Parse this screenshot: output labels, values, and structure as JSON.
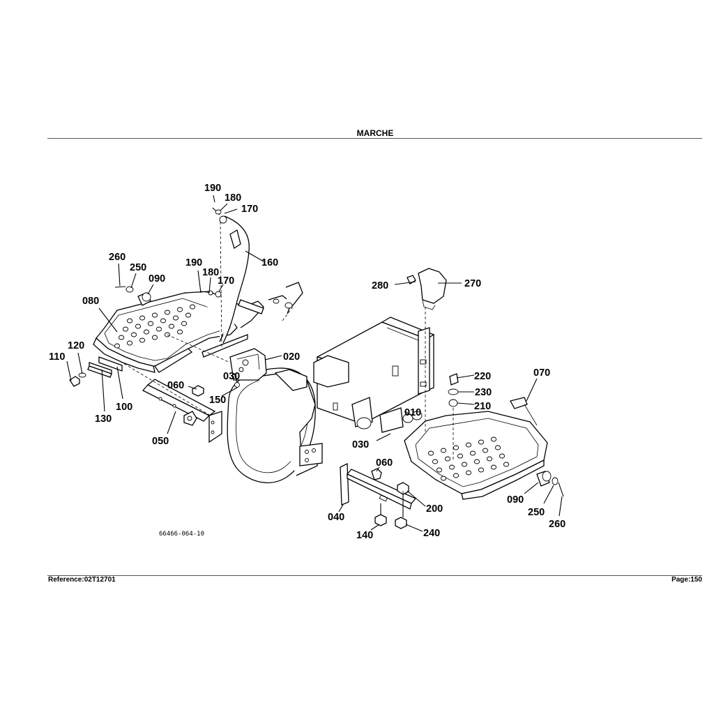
{
  "header": {
    "title": "MARCHE"
  },
  "footer": {
    "reference": "Reference:02T12701",
    "page": "Page:150"
  },
  "diagram": {
    "drawing_number": "66466-064-10",
    "callouts": [
      "190",
      "180",
      "170",
      "160",
      "260",
      "250",
      "090",
      "190",
      "180",
      "170",
      "080",
      "120",
      "110",
      "130",
      "100",
      "020",
      "030",
      "060",
      "150",
      "050",
      "280",
      "270",
      "010",
      "030",
      "220",
      "230",
      "210",
      "070",
      "060",
      "200",
      "090",
      "250",
      "260",
      "040",
      "140",
      "240"
    ]
  }
}
